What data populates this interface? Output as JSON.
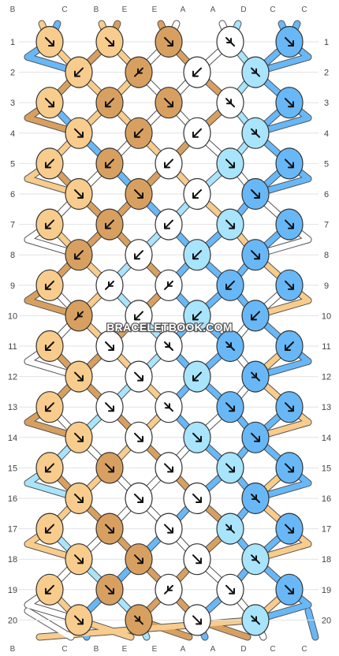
{
  "watermark": "BRACELETBOOK.COM",
  "top_labels": [
    "B",
    "C",
    "B",
    "E",
    "E",
    "A",
    "A",
    "D",
    "C",
    "C"
  ],
  "bottom_labels": [
    "B",
    "C",
    "B",
    "E",
    "E",
    "A",
    "A",
    "D",
    "C",
    "C"
  ],
  "row_numbers": [
    "1",
    "2",
    "3",
    "4",
    "5",
    "6",
    "7",
    "8",
    "9",
    "10",
    "11",
    "12",
    "13",
    "14",
    "15",
    "16",
    "17",
    "18",
    "19",
    "20"
  ],
  "colors": {
    "A": "#ffffff",
    "B": "#f8cc8c",
    "C": "#68b8f8",
    "D": "#a8e4fc",
    "E": "#d8a060"
  },
  "knots": [
    [
      {
        "c": "B",
        "d": "RR"
      },
      {
        "c": "B",
        "d": "RR"
      },
      {
        "c": "E",
        "d": "RR"
      },
      {
        "c": "A",
        "d": "RL"
      },
      {
        "c": "C",
        "d": "RR"
      }
    ],
    [
      {
        "c": "B",
        "d": "LL"
      },
      {
        "c": "E",
        "d": "LR"
      },
      {
        "c": "A",
        "d": "LL"
      },
      {
        "c": "D",
        "d": "RL"
      }
    ],
    [
      {
        "c": "B",
        "d": "RR"
      },
      {
        "c": "E",
        "d": "LL"
      },
      {
        "c": "E",
        "d": "RR"
      },
      {
        "c": "A",
        "d": "RL"
      },
      {
        "c": "C",
        "d": "RR"
      }
    ],
    [
      {
        "c": "B",
        "d": "RR"
      },
      {
        "c": "E",
        "d": "LL"
      },
      {
        "c": "A",
        "d": "LL"
      },
      {
        "c": "D",
        "d": "RL"
      }
    ],
    [
      {
        "c": "B",
        "d": "LL"
      },
      {
        "c": "E",
        "d": "LL"
      },
      {
        "c": "A",
        "d": "LL"
      },
      {
        "c": "D",
        "d": "RR"
      },
      {
        "c": "C",
        "d": "RR"
      }
    ],
    [
      {
        "c": "B",
        "d": "RR"
      },
      {
        "c": "E",
        "d": "RR"
      },
      {
        "c": "A",
        "d": "LL"
      },
      {
        "c": "C",
        "d": "RR"
      }
    ],
    [
      {
        "c": "B",
        "d": "LL"
      },
      {
        "c": "E",
        "d": "LL"
      },
      {
        "c": "A",
        "d": "LL"
      },
      {
        "c": "D",
        "d": "RR"
      },
      {
        "c": "C",
        "d": "RR"
      }
    ],
    [
      {
        "c": "E",
        "d": "LL"
      },
      {
        "c": "A",
        "d": "LL"
      },
      {
        "c": "D",
        "d": "LL"
      },
      {
        "c": "C",
        "d": "RR"
      }
    ],
    [
      {
        "c": "B",
        "d": "LL"
      },
      {
        "c": "A",
        "d": "LR"
      },
      {
        "c": "A",
        "d": "LR"
      },
      {
        "c": "C",
        "d": "LL"
      },
      {
        "c": "C",
        "d": "RR"
      }
    ],
    [
      {
        "c": "E",
        "d": "LR"
      },
      {
        "c": "A",
        "d": "LL"
      },
      {
        "c": "D",
        "d": "LL"
      },
      {
        "c": "C",
        "d": "LL"
      }
    ],
    [
      {
        "c": "B",
        "d": "LL"
      },
      {
        "c": "A",
        "d": "RR"
      },
      {
        "c": "A",
        "d": "RL"
      },
      {
        "c": "C",
        "d": "RL"
      },
      {
        "c": "C",
        "d": "LL"
      }
    ],
    [
      {
        "c": "B",
        "d": "RR"
      },
      {
        "c": "A",
        "d": "RR"
      },
      {
        "c": "D",
        "d": "LL"
      },
      {
        "c": "C",
        "d": "RL"
      }
    ],
    [
      {
        "c": "B",
        "d": "LL"
      },
      {
        "c": "A",
        "d": "RR"
      },
      {
        "c": "A",
        "d": "RL"
      },
      {
        "c": "C",
        "d": "RR"
      },
      {
        "c": "C",
        "d": "RR"
      }
    ],
    [
      {
        "c": "B",
        "d": "RR"
      },
      {
        "c": "A",
        "d": "RR"
      },
      {
        "c": "D",
        "d": "RR"
      },
      {
        "c": "C",
        "d": "RR"
      }
    ],
    [
      {
        "c": "B",
        "d": "LL"
      },
      {
        "c": "E",
        "d": "RR"
      },
      {
        "c": "A",
        "d": "RR"
      },
      {
        "c": "D",
        "d": "RR"
      },
      {
        "c": "C",
        "d": "RR"
      }
    ],
    [
      {
        "c": "B",
        "d": "RR"
      },
      {
        "c": "A",
        "d": "RR"
      },
      {
        "c": "A",
        "d": "RR"
      },
      {
        "c": "C",
        "d": "RL"
      }
    ],
    [
      {
        "c": "B",
        "d": "LL"
      },
      {
        "c": "E",
        "d": "RR"
      },
      {
        "c": "A",
        "d": "RR"
      },
      {
        "c": "D",
        "d": "RL"
      },
      {
        "c": "C",
        "d": "RR"
      }
    ],
    [
      {
        "c": "B",
        "d": "RR"
      },
      {
        "c": "E",
        "d": "RR"
      },
      {
        "c": "A",
        "d": "RR"
      },
      {
        "c": "D",
        "d": "RL"
      }
    ],
    [
      {
        "c": "B",
        "d": "LL"
      },
      {
        "c": "E",
        "d": "RR"
      },
      {
        "c": "A",
        "d": "LR"
      },
      {
        "c": "A",
        "d": "RR"
      },
      {
        "c": "C",
        "d": "RR"
      }
    ],
    [
      {
        "c": "B",
        "d": "RR"
      },
      {
        "c": "E",
        "d": "RL"
      },
      {
        "c": "A",
        "d": "RR"
      },
      {
        "c": "D",
        "d": "RL"
      }
    ]
  ]
}
